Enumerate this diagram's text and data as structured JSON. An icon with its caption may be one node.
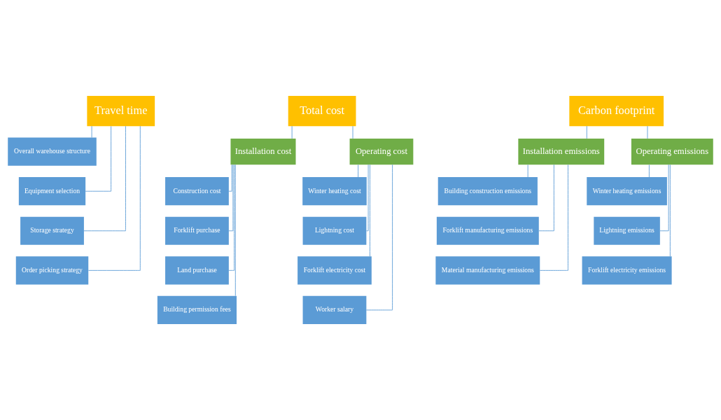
{
  "diagram": {
    "nodes": [
      {
        "text": [
          "Travel time"
        ]
      },
      {
        "text": [
          "Overall warehouse structure"
        ]
      },
      {
        "text": [
          "Equipment selection"
        ]
      },
      {
        "text": [
          "Storage strategy"
        ]
      },
      {
        "text": [
          "Order picking strategy"
        ]
      },
      {
        "text": [
          "Total cost"
        ]
      },
      {
        "text": [
          "Installation cost"
        ]
      },
      {
        "text": [
          "Construction cost"
        ]
      },
      {
        "text": [
          "Forklift purchase"
        ]
      },
      {
        "text": [
          "Land purchase"
        ]
      },
      {
        "text": [
          "Building permission fees"
        ]
      },
      {
        "text": [
          "Operating cost"
        ]
      },
      {
        "text": [
          "Winter heating cost"
        ]
      },
      {
        "text": [
          "Lightning cost"
        ]
      },
      {
        "text": [
          "Forklift electricity cost"
        ]
      },
      {
        "text": [
          "Worker salary"
        ]
      },
      {
        "text": [
          "Carbon footprint"
        ]
      },
      {
        "text": [
          "Installation emissions"
        ]
      },
      {
        "text": [
          "Building construction emissions"
        ]
      },
      {
        "text": [
          "Forklift manufacturing emissions"
        ]
      },
      {
        "text": [
          "Material manufacturing emissions"
        ]
      },
      {
        "text": [
          "Operating emissions"
        ]
      },
      {
        "text": [
          "Winter heating emissions"
        ]
      },
      {
        "text": [
          "Lightning emissions"
        ]
      },
      {
        "text": [
          "Forklift electricity emissions"
        ]
      }
    ],
    "edges": [
      {
        "from": 0,
        "to": 1,
        "arrow": "none"
      },
      {
        "from": 0,
        "to": 2,
        "arrow": "none"
      },
      {
        "from": 0,
        "to": 3,
        "arrow": "none"
      },
      {
        "from": 0,
        "to": 4,
        "arrow": "none"
      },
      {
        "from": 5,
        "to": 6,
        "arrow": "none"
      },
      {
        "from": 5,
        "to": 11,
        "arrow": "none"
      },
      {
        "from": 6,
        "to": 7,
        "arrow": "none"
      },
      {
        "from": 6,
        "to": 8,
        "arrow": "none"
      },
      {
        "from": 6,
        "to": 9,
        "arrow": "none"
      },
      {
        "from": 6,
        "to": 10,
        "arrow": "none"
      },
      {
        "from": 11,
        "to": 12,
        "arrow": "none"
      },
      {
        "from": 11,
        "to": 13,
        "arrow": "none"
      },
      {
        "from": 11,
        "to": 14,
        "arrow": "none"
      },
      {
        "from": 11,
        "to": 15,
        "arrow": "none"
      },
      {
        "from": 16,
        "to": 17,
        "arrow": "none"
      },
      {
        "from": 16,
        "to": 21,
        "arrow": "none"
      },
      {
        "from": 17,
        "to": 18,
        "arrow": "none"
      },
      {
        "from": 17,
        "to": 19,
        "arrow": "none"
      },
      {
        "from": 17,
        "to": 20,
        "arrow": "none"
      },
      {
        "from": 21,
        "to": 22,
        "arrow": "none"
      },
      {
        "from": 21,
        "to": 23,
        "arrow": "none"
      },
      {
        "from": 21,
        "to": 24,
        "arrow": "none"
      }
    ]
  }
}
